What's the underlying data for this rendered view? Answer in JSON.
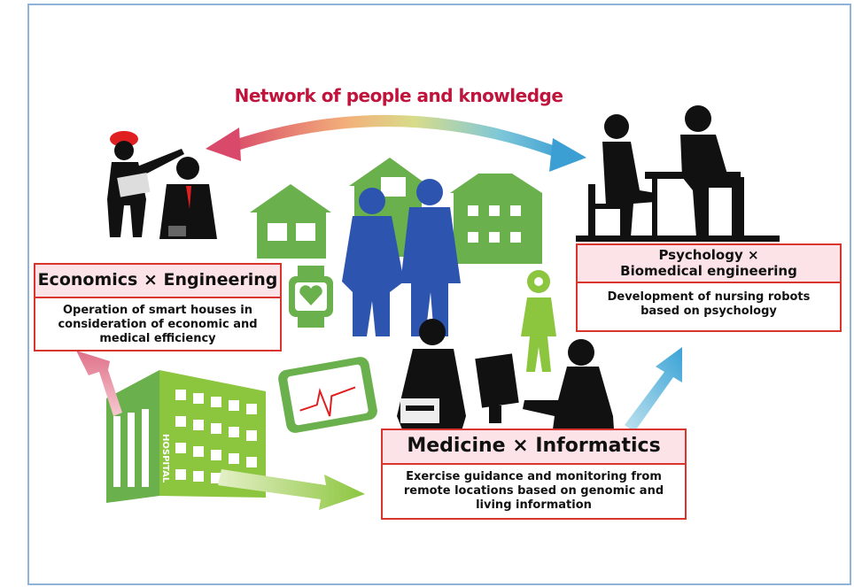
{
  "title": "Network of people and knowledge",
  "boxes": {
    "econ": {
      "heading": "Economics × Engineering",
      "text": "Operation of smart houses in consideration of economic and medical efficiency"
    },
    "psych": {
      "heading_line1": "Psychology ×",
      "heading_line2": "Biomedical engineering",
      "text": "Development of nursing robots based on psychology"
    },
    "med": {
      "heading": "Medicine × Informatics",
      "text": "Exercise guidance and monitoring from remote locations based on genomic and living information"
    }
  },
  "hospital_sign": "HOSPITAL",
  "colors": {
    "green": "#6ab04c",
    "blue": "#2d55b0",
    "red_border": "#d9352e",
    "pink_fill": "#fbe3e8",
    "title_red": "#c0143c",
    "frame": "#8fb2d9"
  },
  "icons": [
    "worker-silhouette",
    "businessman-silhouette",
    "house-icon",
    "elderly-couple-silhouette",
    "smartwatch-icon",
    "robot-icon",
    "doctor-silhouette",
    "computer-user-silhouette",
    "tablet-ecg-icon",
    "hospital-building-icon",
    "counseling-silhouette"
  ]
}
